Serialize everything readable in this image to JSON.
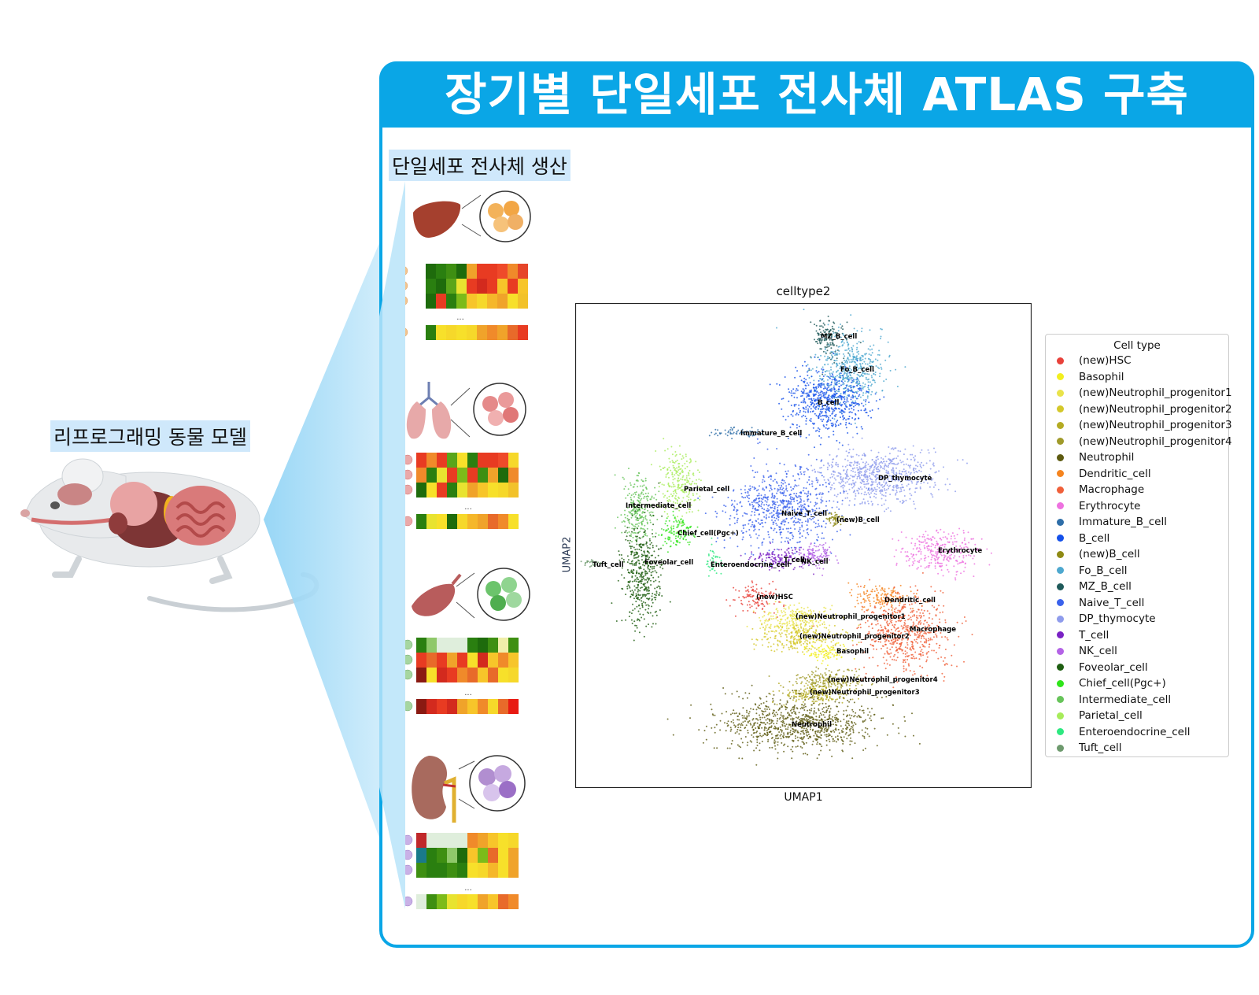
{
  "title": "장기별 단일세포 전사체 ATLAS 구축",
  "left_label": "리프로그래밍 동물 모델",
  "section_label": "단일세포 전사체 생산",
  "ellipsis": "...",
  "panel_icons": [
    "liver-icon",
    "lung-icon",
    "muscle-icon",
    "kidney-icon"
  ],
  "colors": {
    "accent": "#0aa6e6",
    "highlight": "#cfe8fb"
  },
  "chart_data": {
    "type": "scatter",
    "title": "celltype2",
    "xlabel": "UMAP1",
    "ylabel": "UMAP2",
    "grid": false,
    "legend_position": "right",
    "legend_title": "Cell type",
    "series": [
      {
        "name": "(new)HSC",
        "color": "#e8413a"
      },
      {
        "name": "Basophil",
        "color": "#f2ef1f"
      },
      {
        "name": "(new)Neutrophil_progenitor1",
        "color": "#e9e34a"
      },
      {
        "name": "(new)Neutrophil_progenitor2",
        "color": "#d4c82a"
      },
      {
        "name": "(new)Neutrophil_progenitor3",
        "color": "#b4ab23"
      },
      {
        "name": "(new)Neutrophil_progenitor4",
        "color": "#a09a2a"
      },
      {
        "name": "Neutrophil",
        "color": "#5d5a10"
      },
      {
        "name": "Dendritic_cell",
        "color": "#f5841f"
      },
      {
        "name": "Macrophage",
        "color": "#f0603a"
      },
      {
        "name": "Erythrocyte",
        "color": "#ee72e0"
      },
      {
        "name": "Immature_B_cell",
        "color": "#2e6ea8"
      },
      {
        "name": "B_cell",
        "color": "#1450ea"
      },
      {
        "name": "(new)B_cell",
        "color": "#8f8a14"
      },
      {
        "name": "Fo_B_cell",
        "color": "#4ea8cf"
      },
      {
        "name": "MZ_B_cell",
        "color": "#1f5a5a"
      },
      {
        "name": "Naive_T_cell",
        "color": "#3a62ec"
      },
      {
        "name": "DP_thymocyte",
        "color": "#8f9cec"
      },
      {
        "name": "T_cell",
        "color": "#7a22c4"
      },
      {
        "name": "NK_cell",
        "color": "#b463e6"
      },
      {
        "name": "Foveolar_cell",
        "color": "#1f5e12"
      },
      {
        "name": "Chief_cell(Pgc+)",
        "color": "#2fe51a"
      },
      {
        "name": "Intermediate_cell",
        "color": "#67c45a"
      },
      {
        "name": "Parietal_cell",
        "color": "#a7ec5a"
      },
      {
        "name": "Enteroendocrine_cell",
        "color": "#2de880"
      },
      {
        "name": "Tuft_cell",
        "color": "#6e9a6e"
      }
    ],
    "cluster_labels": [
      "MZ_B_cell",
      "Fo_B_cell",
      "B_cell",
      "Immature_B_cell",
      "DP_thymocyte",
      "Parietal_cell",
      "Intermediate_cell",
      "Naive_T_cell",
      "(new)B_cell",
      "Chief_cell(Pgc+)",
      "Tuft_cell",
      "Foveolar_cell",
      "Enteroendocrine_cell",
      "T_cell",
      "NK_cell",
      "Erythrocyte",
      "(new)HSC",
      "Dendritic_cell",
      "(new)Neutrophil_progenitor1",
      "(new)Neutrophil_progenitor2",
      "Macrophage",
      "Basophil",
      "(new)Neutrophil_progenitor4",
      "(new)Neutrophil_progenitor3",
      "Neutrophil"
    ]
  }
}
